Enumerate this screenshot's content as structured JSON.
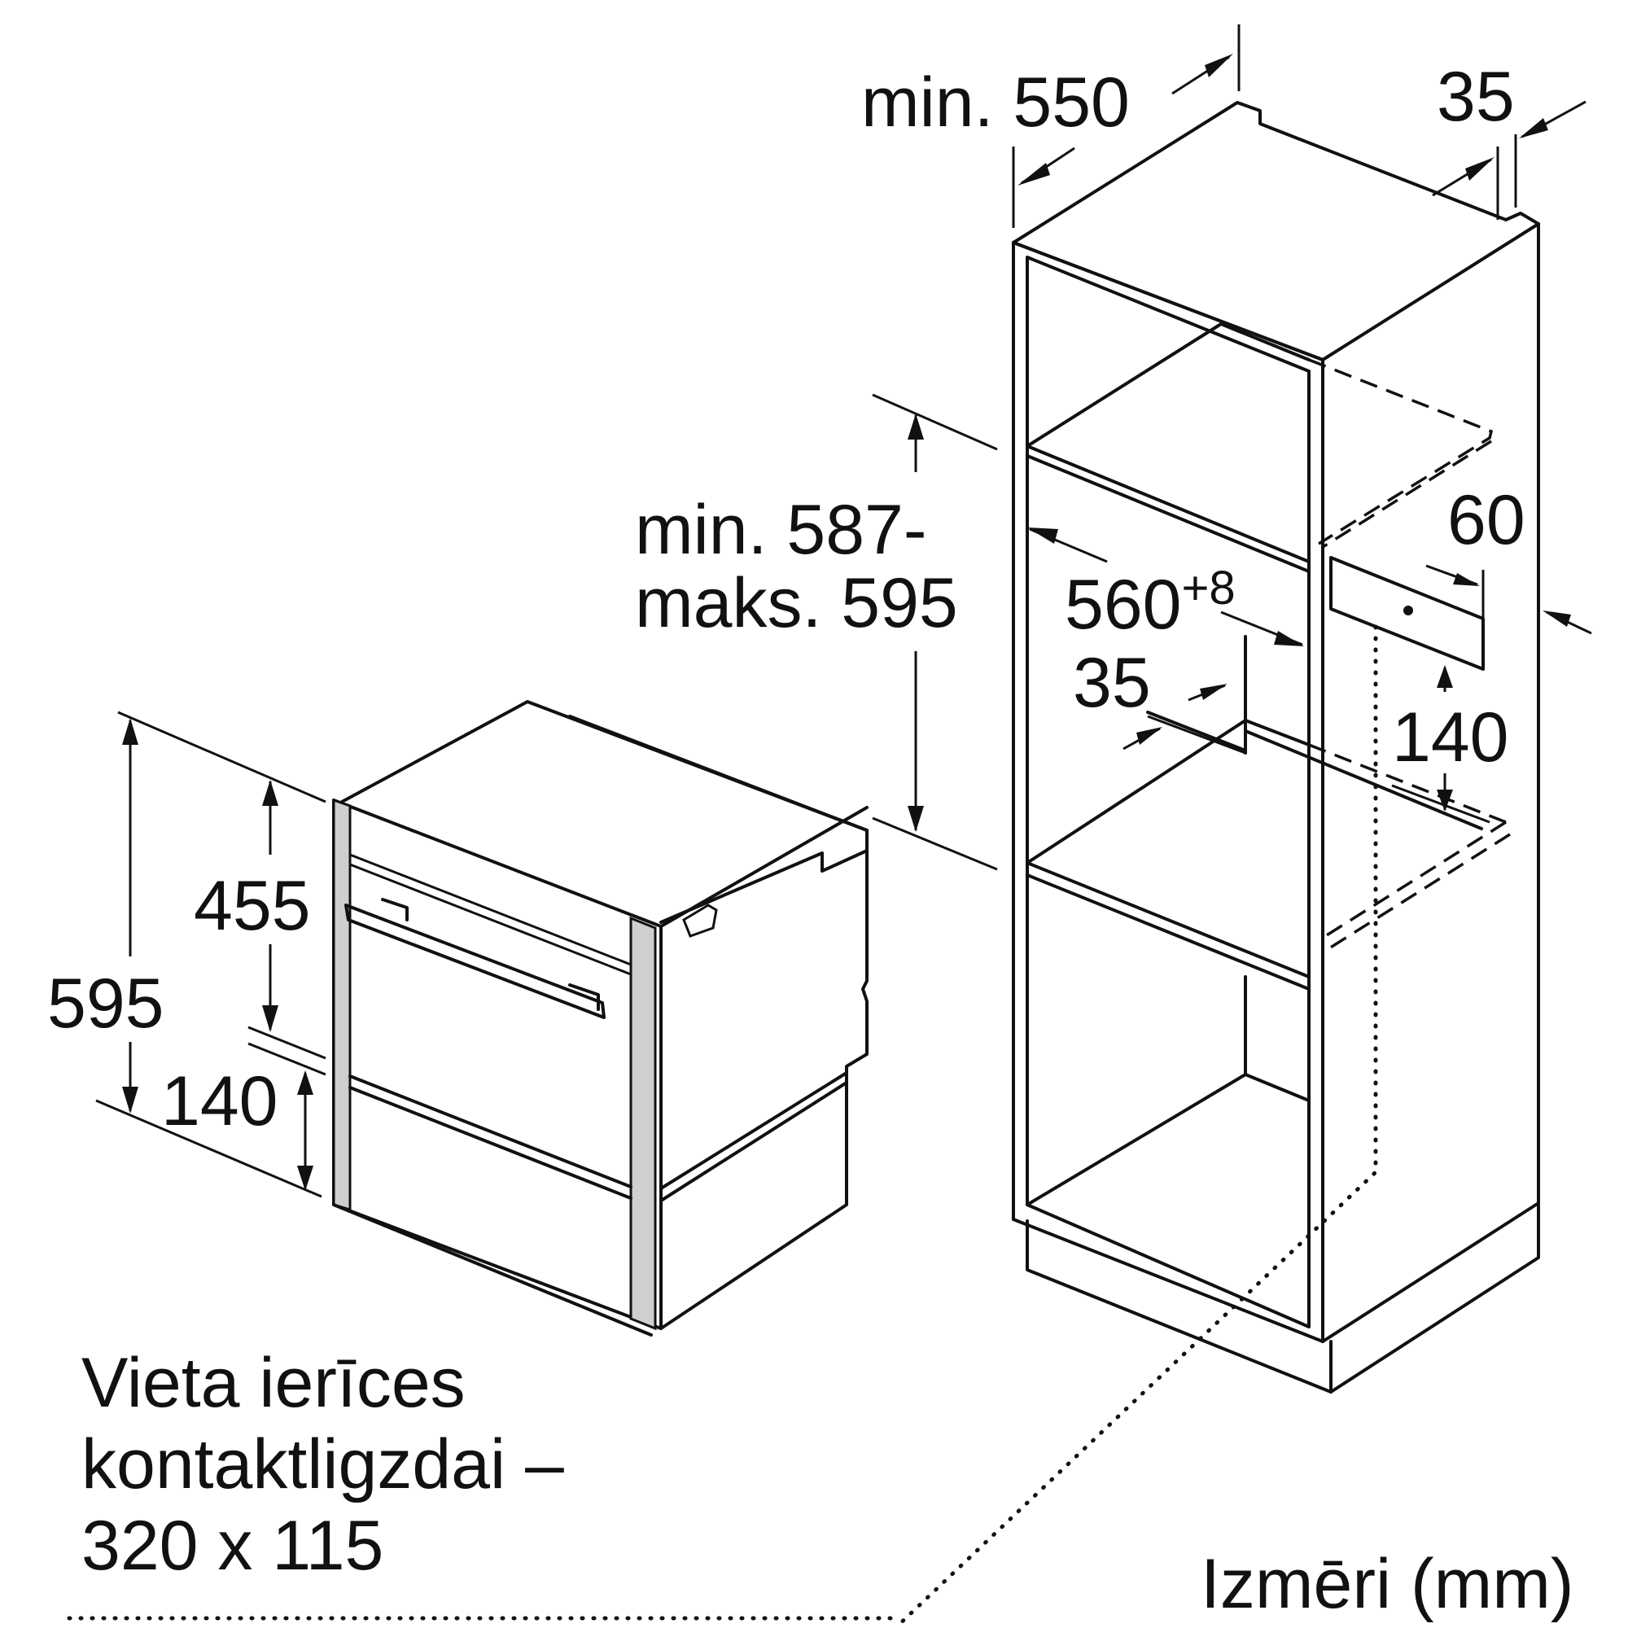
{
  "dimensions": {
    "niche_depth": "min. 550",
    "rear_gap_top": "35",
    "niche_height_line1": "min. 587-",
    "niche_height_line2": "maks. 595",
    "niche_width": "560",
    "niche_width_tolerance": "+8",
    "socket_offset": "60",
    "front_offset": "35",
    "socket_height_niche": "140",
    "oven_height": "595",
    "oven_inner_height": "455",
    "oven_drawer_height": "140"
  },
  "notes": {
    "socket_line1": "Vieta ierīces",
    "socket_line2": "kontaktligzdai –",
    "socket_line3": "320 x 115",
    "units": "Izmēri (mm)"
  }
}
